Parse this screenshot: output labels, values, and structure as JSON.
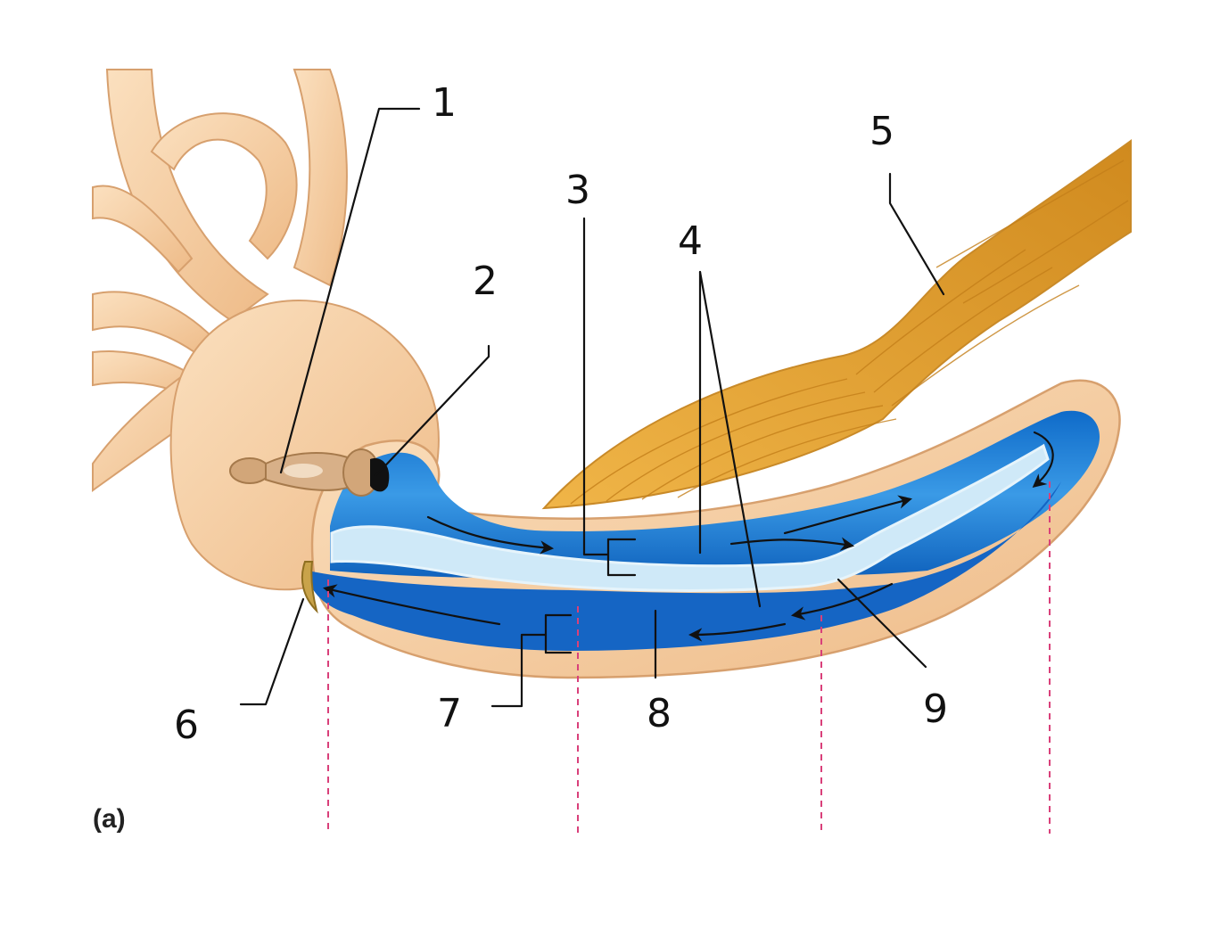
{
  "figure": {
    "panel_label": "(a)",
    "colors": {
      "bone": "#f6cfa5",
      "bone_edge": "#d7a06e",
      "perilymph": "#1f7fd8",
      "duct": "#bfe3f7",
      "nerve": "#e8a93a",
      "oval_window": "#d2a679",
      "guide": "#d9407a"
    },
    "labels": [
      {
        "id": "1",
        "text": "1"
      },
      {
        "id": "2",
        "text": "2"
      },
      {
        "id": "3",
        "text": "3"
      },
      {
        "id": "4",
        "text": "4"
      },
      {
        "id": "5",
        "text": "5"
      },
      {
        "id": "6",
        "text": "6"
      },
      {
        "id": "7",
        "text": "7"
      },
      {
        "id": "8",
        "text": "8"
      },
      {
        "id": "9",
        "text": "9"
      }
    ]
  }
}
